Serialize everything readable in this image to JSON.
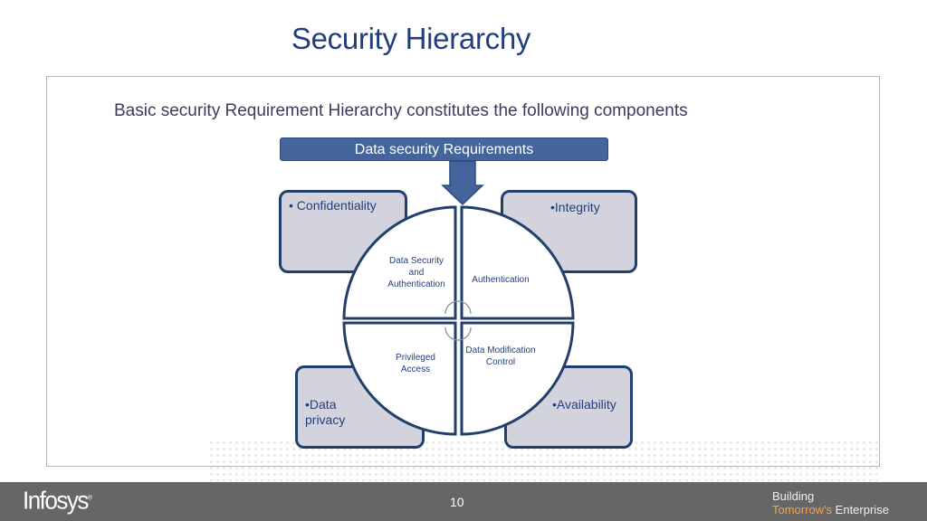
{
  "slide": {
    "title": "Security Hierarchy",
    "intro": "Basic security Requirement Hierarchy constitutes the following  components",
    "requirement_box": "Data security Requirements"
  },
  "outer_boxes": {
    "top_left": "• Confidentiality",
    "top_right": "•Integrity",
    "bottom_left": "•Data privacy",
    "bottom_right": "•Availability"
  },
  "quadrants": {
    "top_left": "Data Security and Authentication",
    "top_right": "Authentication",
    "bottom_left": "Privileged Access",
    "bottom_right": "Data Modification Control"
  },
  "footer": {
    "logo": "Infosys",
    "logo_mark": "®",
    "page_number": "10",
    "tagline_line1": "Building",
    "tagline_accent": "Tomorrow's",
    "tagline_rest": " Enterprise"
  },
  "colors": {
    "title": "#213f7e",
    "requirement_box": "#44659c",
    "outer_box_fill": "#d3d3de",
    "outline": "#223f6c",
    "footer": "#666666",
    "tagline_accent": "#f6a34b"
  },
  "icons": [
    "down-arrow-icon",
    "cycle-arrows-icon"
  ]
}
